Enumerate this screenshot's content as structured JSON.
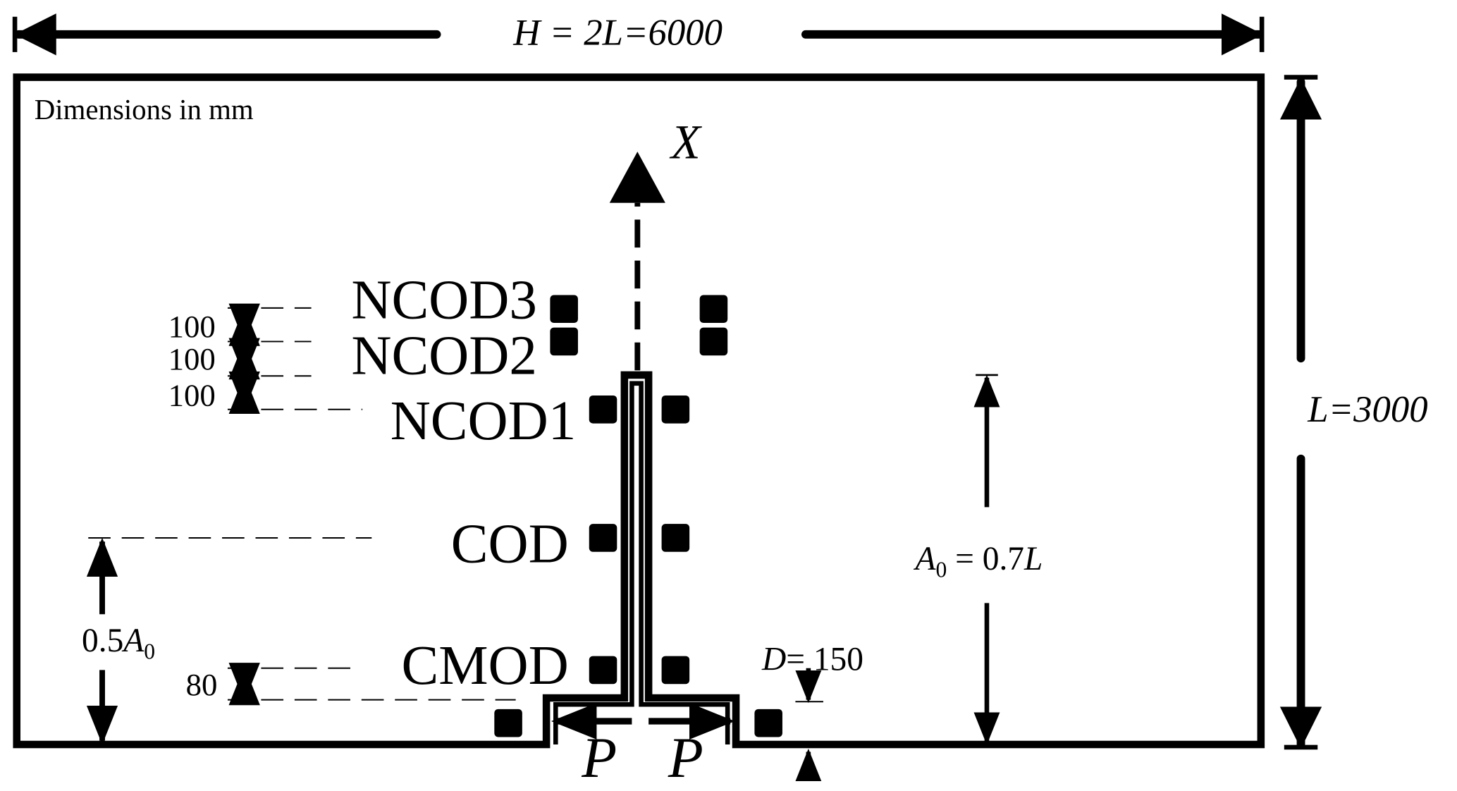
{
  "title_dimension": "H = 2L=6000",
  "units_note": "Dimensions in mm",
  "axis_label": "X",
  "height_dimension": "L=3000",
  "labels": {
    "ncod3": "NCOD3",
    "ncod2": "NCOD2",
    "ncod1": "NCOD1",
    "cod": "COD",
    "cmod": "CMOD"
  },
  "spacings": [
    "100",
    "100",
    "100"
  ],
  "cmod_spacing": "80",
  "half_crack": {
    "prefix": "0.5",
    "symbol": "A",
    "subscript": "0"
  },
  "crack_length": {
    "symbol": "A",
    "subscript": "0",
    "rest": " = 0.7",
    "L": "L"
  },
  "depth": {
    "symbol": "D",
    "rest": "= 150"
  },
  "load_labels": [
    "P",
    "P"
  ],
  "colors": {
    "ink": "#000000",
    "background": "#ffffff"
  }
}
